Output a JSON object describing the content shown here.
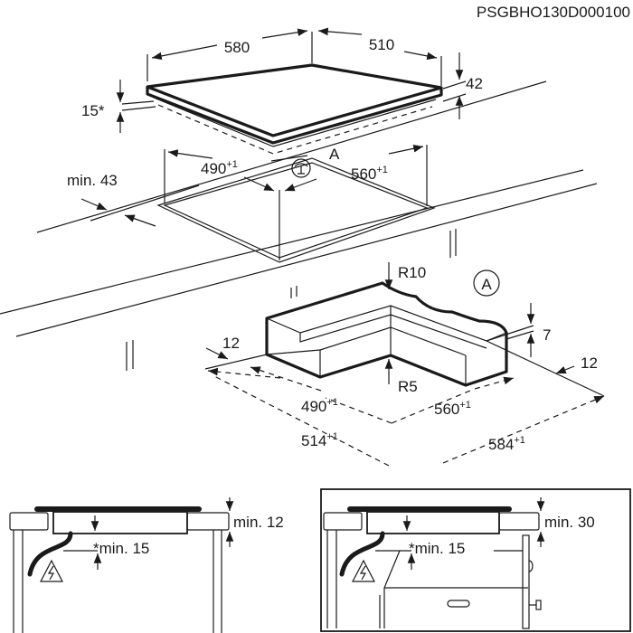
{
  "doc_code": "PSGBHO130D000100",
  "hob": {
    "width": "580",
    "depth": "510",
    "height": "42",
    "gap": "15*"
  },
  "cutout": {
    "depth": "490",
    "width": "560",
    "tolerance": "+1",
    "marker": "A",
    "min_front": "min. 43"
  },
  "detail_a": {
    "marker": "A",
    "radius_outer": "R10",
    "radius_inner": "R5",
    "step": "7",
    "margin_left": "12",
    "margin_right": "12",
    "inner_depth": "490",
    "inner_width": "560",
    "outer_depth": "514",
    "outer_width": "584",
    "tolerance": "+1"
  },
  "side_views": [
    {
      "top_clearance": "min. 12",
      "bottom_clearance": "*min. 15"
    },
    {
      "top_clearance": "min. 30",
      "bottom_clearance": "*min. 15"
    }
  ],
  "colors": {
    "ink": "#1a1a1a",
    "background": "#ffffff"
  }
}
